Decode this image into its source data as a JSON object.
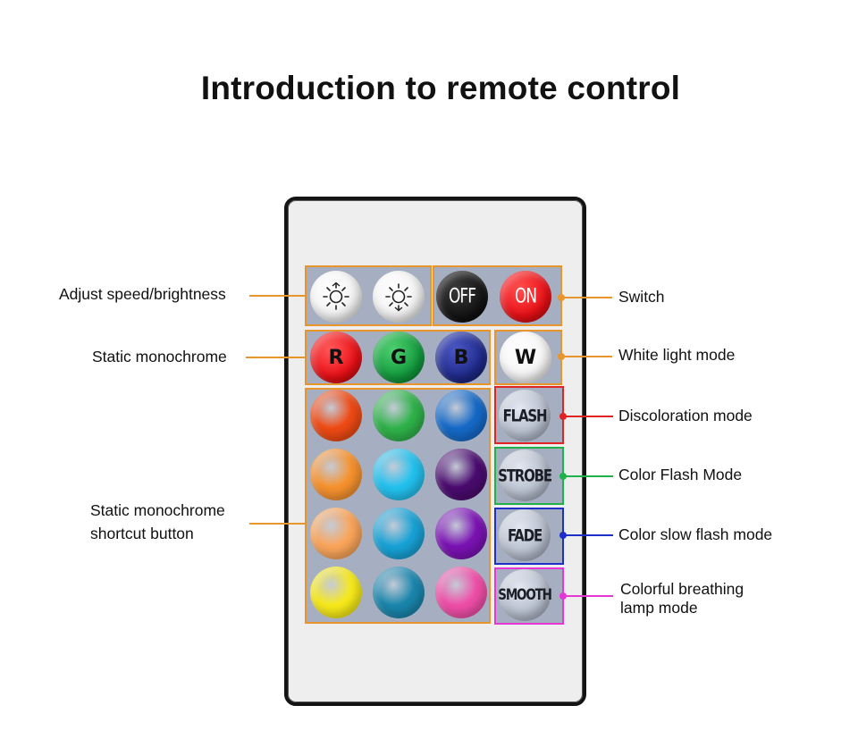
{
  "title": "Introduction to remote control",
  "buttons": {
    "speed_up": "",
    "speed_down": "",
    "off": "OFF",
    "on": "ON",
    "r": "R",
    "g": "G",
    "b": "B",
    "w": "W",
    "flash": "FLASH",
    "strobe": "STROBE",
    "fade": "FADE",
    "smooth": "SMOOTH"
  },
  "color_grid": [
    "#ef4a14",
    "#2fb24a",
    "#1569c7",
    "#f7922e",
    "#22c1ef",
    "#4a0b6e",
    "#fba55a",
    "#17a2d6",
    "#7a12b3",
    "#f8ea1a",
    "#1a86ad",
    "#f04ea8"
  ],
  "button_colors": {
    "off": "#111111",
    "on": "#e90f16",
    "r": "#e90f16",
    "g": "#129a3d",
    "b": "#1f2a8a",
    "w": "#f5f5f5"
  },
  "annotations": {
    "adjust": "Adjust speed/brightness",
    "switch": "Switch",
    "static_mono": "Static monochrome",
    "white": "White light mode",
    "discoloration": "Discoloration mode",
    "color_flash": "Color Flash Mode",
    "shortcut_line1": "Static monochrome",
    "shortcut_line2": "shortcut button",
    "slow_flash": "Color slow flash mode",
    "breathing_line1": "Colorful breathing",
    "breathing_line2": "lamp mode"
  },
  "annotation_colors": {
    "orange": "#e8962c",
    "red": "#e02424",
    "green": "#20b24a",
    "blue": "#1c2fc8",
    "magenta": "#e636d6"
  },
  "icons": {
    "speed_up": "sun-arrow-up-icon",
    "speed_down": "sun-arrow-down-icon"
  }
}
